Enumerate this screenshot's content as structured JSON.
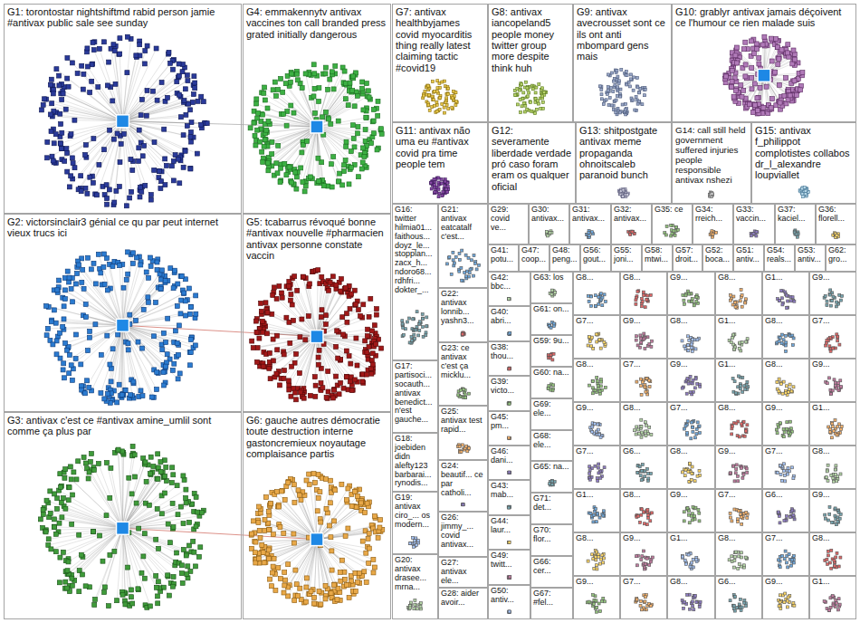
{
  "diagram": {
    "nodes": [
      {
        "text": [
          "G1: torontostar nightshiftmd rabid person jamie #antivax public sale see sunday"
        ]
      },
      {
        "text": [
          "G4: emmakennytv antivax vaccines ton call branded press grated initially dangerous"
        ]
      },
      {
        "text": [
          "G7: antivax healthbyjames covid myocarditis thing really latest claiming tactic #covid19"
        ]
      },
      {
        "text": [
          "G8: antivax iancopeland5 people money twitter group more despite think huh"
        ]
      },
      {
        "text": [
          "G9: antivax avecrousset sont ce ils ont anti mbompard gens mais"
        ]
      },
      {
        "text": [
          "G10: grablyr antivax jamais déçoivent ce l'humour ce rien malade suis"
        ]
      },
      {
        "text": [
          "G11: antivax não uma eu #antivax covid pra time people tem"
        ]
      },
      {
        "text": [
          "G12: severamente liberdade verdade pró caso foram eram os qualquer oficial"
        ]
      },
      {
        "text": [
          "G13: shitpostgate antivax meme propaganda ohnoitscaleb paranoid bunch"
        ]
      },
      {
        "text": [
          "G14: call still held government suffered injuries people responsible antivax nshezi"
        ]
      },
      {
        "text": [
          "G15: antivax f_philippot complotistes collabos dr_l_alexandre loupviallet"
        ]
      },
      {
        "text": [
          "G2: victorsinclair3 génial ce qu par peut internet vieux trucs ici"
        ]
      },
      {
        "text": [
          "G5: tcabarrus révoqué bonne #antivax nouvelle #pharmacien antivax personne constate vaccin"
        ]
      },
      {
        "text": [
          "G3: antivax c'est ce #antivax amine_umlil sont comme ça plus par"
        ]
      },
      {
        "text": [
          "G6: gauche autres démocratie toute destruction interne gastoncremieux noyautage complaisance partis"
        ]
      },
      {
        "text": [
          "G16: twitter hilmia01... faithous... doyz_le... stopplan... zacx_h... ndoro68... rdhfri... dokter_..."
        ]
      },
      {
        "text": [
          "G17: partisoci... socauth... antivax benedict... n'est gauche..."
        ]
      },
      {
        "text": [
          "G18: joebiden didn alefty123 barbarai... rynodis..."
        ]
      },
      {
        "text": [
          "G19: antivax ciro_... os modern..."
        ]
      },
      {
        "text": [
          "G20: antivax drasee... mrna..."
        ]
      },
      {
        "text": [
          "G21: antivax eatcatalf c'est..."
        ]
      },
      {
        "text": [
          "G22: antivax lonnib... yashn3..."
        ]
      },
      {
        "text": [
          "G23: ce antivax c'est ça micklu..."
        ]
      },
      {
        "text": [
          "G25: antivax test rapid..."
        ]
      },
      {
        "text": [
          "G24: beautif... ce par catholi..."
        ]
      },
      {
        "text": [
          "G26: jimmy_... covid antivax..."
        ]
      },
      {
        "text": [
          "G27: antivax ele..."
        ]
      },
      {
        "text": [
          "G28: aider avoir..."
        ]
      },
      {
        "text": [
          "G29: covid ve..."
        ]
      },
      {
        "text": [
          "G30: antivax..."
        ]
      },
      {
        "text": [
          "G31: antivax..."
        ]
      },
      {
        "text": [
          "G32: antivax..."
        ]
      },
      {
        "text": [
          "G35: ce"
        ]
      },
      {
        "text": [
          "G34: rreich..."
        ]
      },
      {
        "text": [
          "G33: vaccin..."
        ]
      },
      {
        "text": [
          "G37: kaciel..."
        ]
      },
      {
        "text": [
          "G36: florell..."
        ]
      },
      {
        "text": [
          "G41: potu..."
        ]
      },
      {
        "text": [
          "G47: coop..."
        ]
      },
      {
        "text": [
          "G48: peng..."
        ]
      },
      {
        "text": [
          "G56: gout..."
        ]
      },
      {
        "text": [
          "G55: joni..."
        ]
      },
      {
        "text": [
          "G58: mtwi..."
        ]
      },
      {
        "text": [
          "G57: droit..."
        ]
      },
      {
        "text": [
          "G52: boca..."
        ]
      },
      {
        "text": [
          "G51: antiv..."
        ]
      },
      {
        "text": [
          "G54: reals..."
        ]
      },
      {
        "text": [
          "G53: antiv..."
        ]
      },
      {
        "text": [
          "G62: gro..."
        ]
      },
      {
        "text": [
          "G42: bbc..."
        ]
      },
      {
        "text": [
          "G40: abri..."
        ]
      },
      {
        "text": [
          "G38: thou..."
        ]
      },
      {
        "text": [
          "G39: victo..."
        ]
      },
      {
        "text": [
          "G45: pm..."
        ]
      },
      {
        "text": [
          "G46: dani..."
        ]
      },
      {
        "text": [
          "G43: mab..."
        ]
      },
      {
        "text": [
          "G44: laur..."
        ]
      },
      {
        "text": [
          "G49: twitt..."
        ]
      },
      {
        "text": [
          "G50: antiv..."
        ]
      },
      {
        "text": [
          "G63: los"
        ]
      },
      {
        "text": [
          "G61: on..."
        ]
      },
      {
        "text": [
          "G59: 9u..."
        ]
      },
      {
        "text": [
          "G60: na..."
        ]
      },
      {
        "text": [
          "G69: ele..."
        ]
      },
      {
        "text": [
          "G68: ele..."
        ]
      },
      {
        "text": [
          "G65: na..."
        ]
      },
      {
        "text": [
          "G71: det..."
        ]
      },
      {
        "text": [
          "G70: flor..."
        ]
      },
      {
        "text": [
          "G66: cer..."
        ]
      },
      {
        "text": [
          "G67: #fel..."
        ]
      },
      {
        "text": [
          "G8..."
        ]
      },
      {
        "text": [
          "G8..."
        ]
      },
      {
        "text": [
          "G9..."
        ]
      },
      {
        "text": [
          "G8..."
        ]
      },
      {
        "text": [
          "G1..."
        ]
      },
      {
        "text": [
          "G9..."
        ]
      },
      {
        "text": [
          "G7..."
        ]
      },
      {
        "text": [
          "G9..."
        ]
      },
      {
        "text": [
          "G8..."
        ]
      },
      {
        "text": [
          "G1..."
        ]
      },
      {
        "text": [
          "G8..."
        ]
      },
      {
        "text": [
          "G7..."
        ]
      },
      {
        "text": [
          "G8..."
        ]
      },
      {
        "text": [
          "G7..."
        ]
      },
      {
        "text": [
          "G9..."
        ]
      },
      {
        "text": [
          "G1..."
        ]
      },
      {
        "text": [
          "G8..."
        ]
      },
      {
        "text": [
          "G9..."
        ]
      },
      {
        "text": [
          "G9..."
        ]
      },
      {
        "text": [
          "G8..."
        ]
      },
      {
        "text": [
          "G7..."
        ]
      },
      {
        "text": [
          "G8..."
        ]
      },
      {
        "text": [
          "G9..."
        ]
      },
      {
        "text": [
          "G1..."
        ]
      },
      {
        "text": [
          "G7..."
        ]
      },
      {
        "text": [
          "G6..."
        ]
      },
      {
        "text": [
          "G8..."
        ]
      },
      {
        "text": [
          "G9..."
        ]
      },
      {
        "text": [
          "G7..."
        ]
      },
      {
        "text": [
          "G8..."
        ]
      },
      {
        "text": [
          "G1..."
        ]
      },
      {
        "text": [
          "G8..."
        ]
      },
      {
        "text": [
          "G9..."
        ]
      },
      {
        "text": [
          "G7..."
        ]
      },
      {
        "text": [
          "G6..."
        ]
      },
      {
        "text": [
          "G9..."
        ]
      },
      {
        "text": [
          "G8..."
        ]
      },
      {
        "text": [
          "G9..."
        ]
      },
      {
        "text": [
          "G1..."
        ]
      },
      {
        "text": [
          "G8..."
        ]
      },
      {
        "text": [
          "G7..."
        ]
      },
      {
        "text": [
          "G8..."
        ]
      },
      {
        "text": [
          "G9..."
        ]
      },
      {
        "text": [
          "G7..."
        ]
      },
      {
        "text": [
          "G8..."
        ]
      },
      {
        "text": [
          "G6..."
        ]
      },
      {
        "text": [
          "G9..."
        ]
      },
      {
        "text": [
          "G1..."
        ]
      }
    ]
  }
}
